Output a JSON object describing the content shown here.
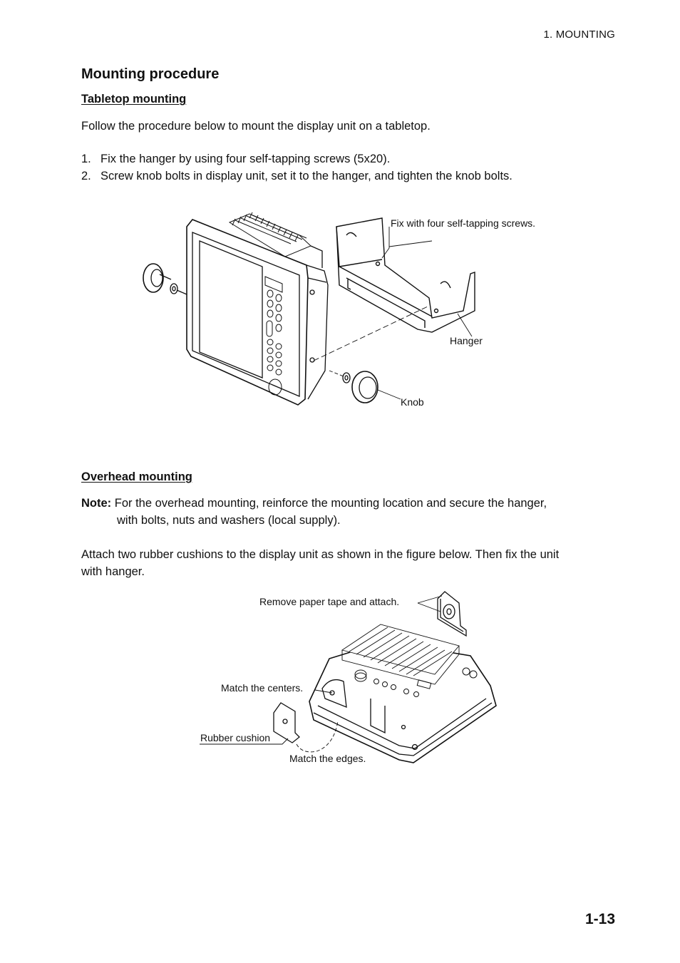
{
  "header": {
    "section": "1. MOUNTING"
  },
  "title": "Mounting procedure",
  "tabletop": {
    "heading": "Tabletop mounting",
    "intro": "Follow the procedure below to mount the display unit on a tabletop.",
    "steps": [
      {
        "num": "1.",
        "text": "Fix the hanger by using four self-tapping screws (5x20)."
      },
      {
        "num": "2.",
        "text": "Screw knob bolts in display unit, set it to the hanger, and tighten the knob bolts."
      }
    ],
    "figure": {
      "callout_screws": "Fix with four self-tapping screws.",
      "callout_hanger": "Hanger",
      "callout_knob": "Knob"
    }
  },
  "overhead": {
    "heading": "Overhead mounting",
    "note_label": "Note:",
    "note_line1": "For the overhead mounting, reinforce the mounting location and secure the hanger,",
    "note_line2": "with bolts, nuts and washers (local supply).",
    "para_line1": "Attach two rubber cushions to the display unit as shown in the figure below. Then fix the unit",
    "para_line2": "with hanger.",
    "figure": {
      "callout_tape": "Remove paper tape and attach.",
      "callout_centers": "Match the centers.",
      "callout_cushion": "Rubber cushion",
      "callout_edges": "Match the edges."
    }
  },
  "page_number": "1-13"
}
